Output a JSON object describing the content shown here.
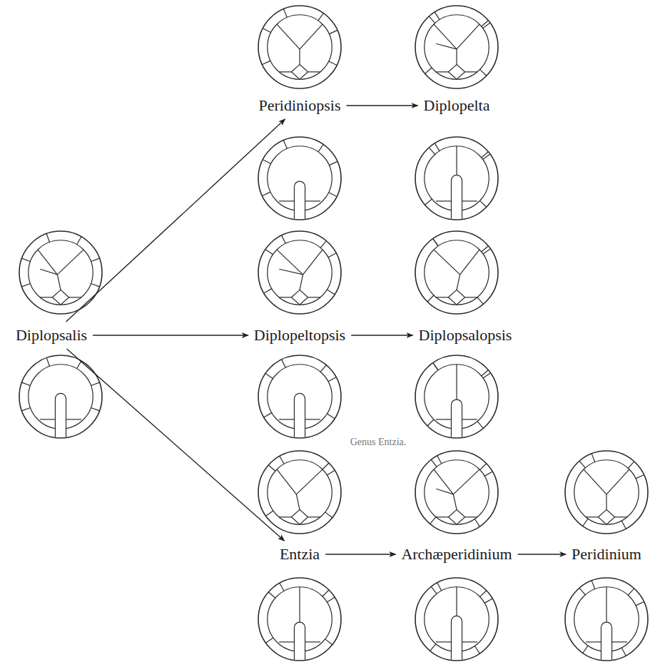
{
  "diagram": {
    "nodes": [
      {
        "text": [
          "Diplopsalis"
        ]
      },
      {
        "text": [
          "Peridiniopsis"
        ]
      },
      {
        "text": [
          "Diplopelta"
        ]
      },
      {
        "text": [
          "Diplopeltopsis"
        ]
      },
      {
        "text": [
          "Diplopsalopsis"
        ]
      },
      {
        "text": [
          "Entzia"
        ]
      },
      {
        "text": [
          "Archæperidinium"
        ]
      },
      {
        "text": [
          "Peridinium"
        ]
      }
    ],
    "edges": [
      {
        "from": 0,
        "to": 1,
        "arrow": "to"
      },
      {
        "from": 1,
        "to": 2,
        "arrow": "to"
      },
      {
        "from": 0,
        "to": 3,
        "arrow": "to"
      },
      {
        "from": 3,
        "to": 4,
        "arrow": "to"
      },
      {
        "from": 0,
        "to": 5,
        "arrow": "to"
      },
      {
        "from": 5,
        "to": 6,
        "arrow": "to"
      },
      {
        "from": 6,
        "to": 7,
        "arrow": "to"
      }
    ],
    "labels": [
      "Genus Entzia."
    ]
  }
}
